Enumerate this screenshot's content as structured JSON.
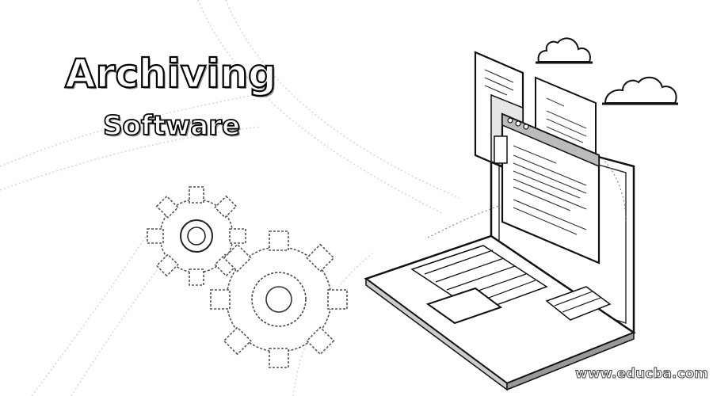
{
  "banner": {
    "title": "Archiving",
    "subtitle": "Software",
    "watermark": "www.educba.com"
  },
  "icons": [
    "gear-icon",
    "laptop-icon",
    "cloud-icon",
    "document-icon"
  ],
  "colors": {
    "outline": "#000000",
    "background": "#ffffff",
    "shade": "#bbbbbb"
  }
}
